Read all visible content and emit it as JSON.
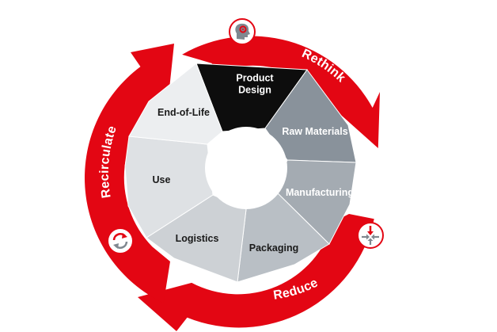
{
  "cycle": {
    "segments": [
      {
        "label_lines": [
          "Product",
          "Design"
        ],
        "fill": "#0d0d0d",
        "text_color": "#ffffff"
      },
      {
        "label_lines": [
          "Raw Materials"
        ],
        "fill": "#89929b",
        "text_color": "#ffffff"
      },
      {
        "label_lines": [
          "Manufacturing"
        ],
        "fill": "#a4abb2",
        "text_color": "#ffffff"
      },
      {
        "label_lines": [
          "Packaging"
        ],
        "fill": "#b9bfc5",
        "text_color": "#1a1a1a"
      },
      {
        "label_lines": [
          "Logistics"
        ],
        "fill": "#cdd1d5",
        "text_color": "#1a1a1a"
      },
      {
        "label_lines": [
          "Use"
        ],
        "fill": "#dee1e4",
        "text_color": "#1a1a1a"
      },
      {
        "label_lines": [
          "End-of-Life"
        ],
        "fill": "#eceef0",
        "text_color": "#1a1a1a"
      }
    ]
  },
  "outer_ring": {
    "color": "#e30613",
    "labels": {
      "rethink": "Rethink",
      "reduce": "Reduce",
      "recirculate": "Recirculate"
    },
    "icons": {
      "rethink": "head-with-gears-icon",
      "reduce": "compress-arrows-icon",
      "recirculate": "recycle-arrows-icon"
    }
  }
}
